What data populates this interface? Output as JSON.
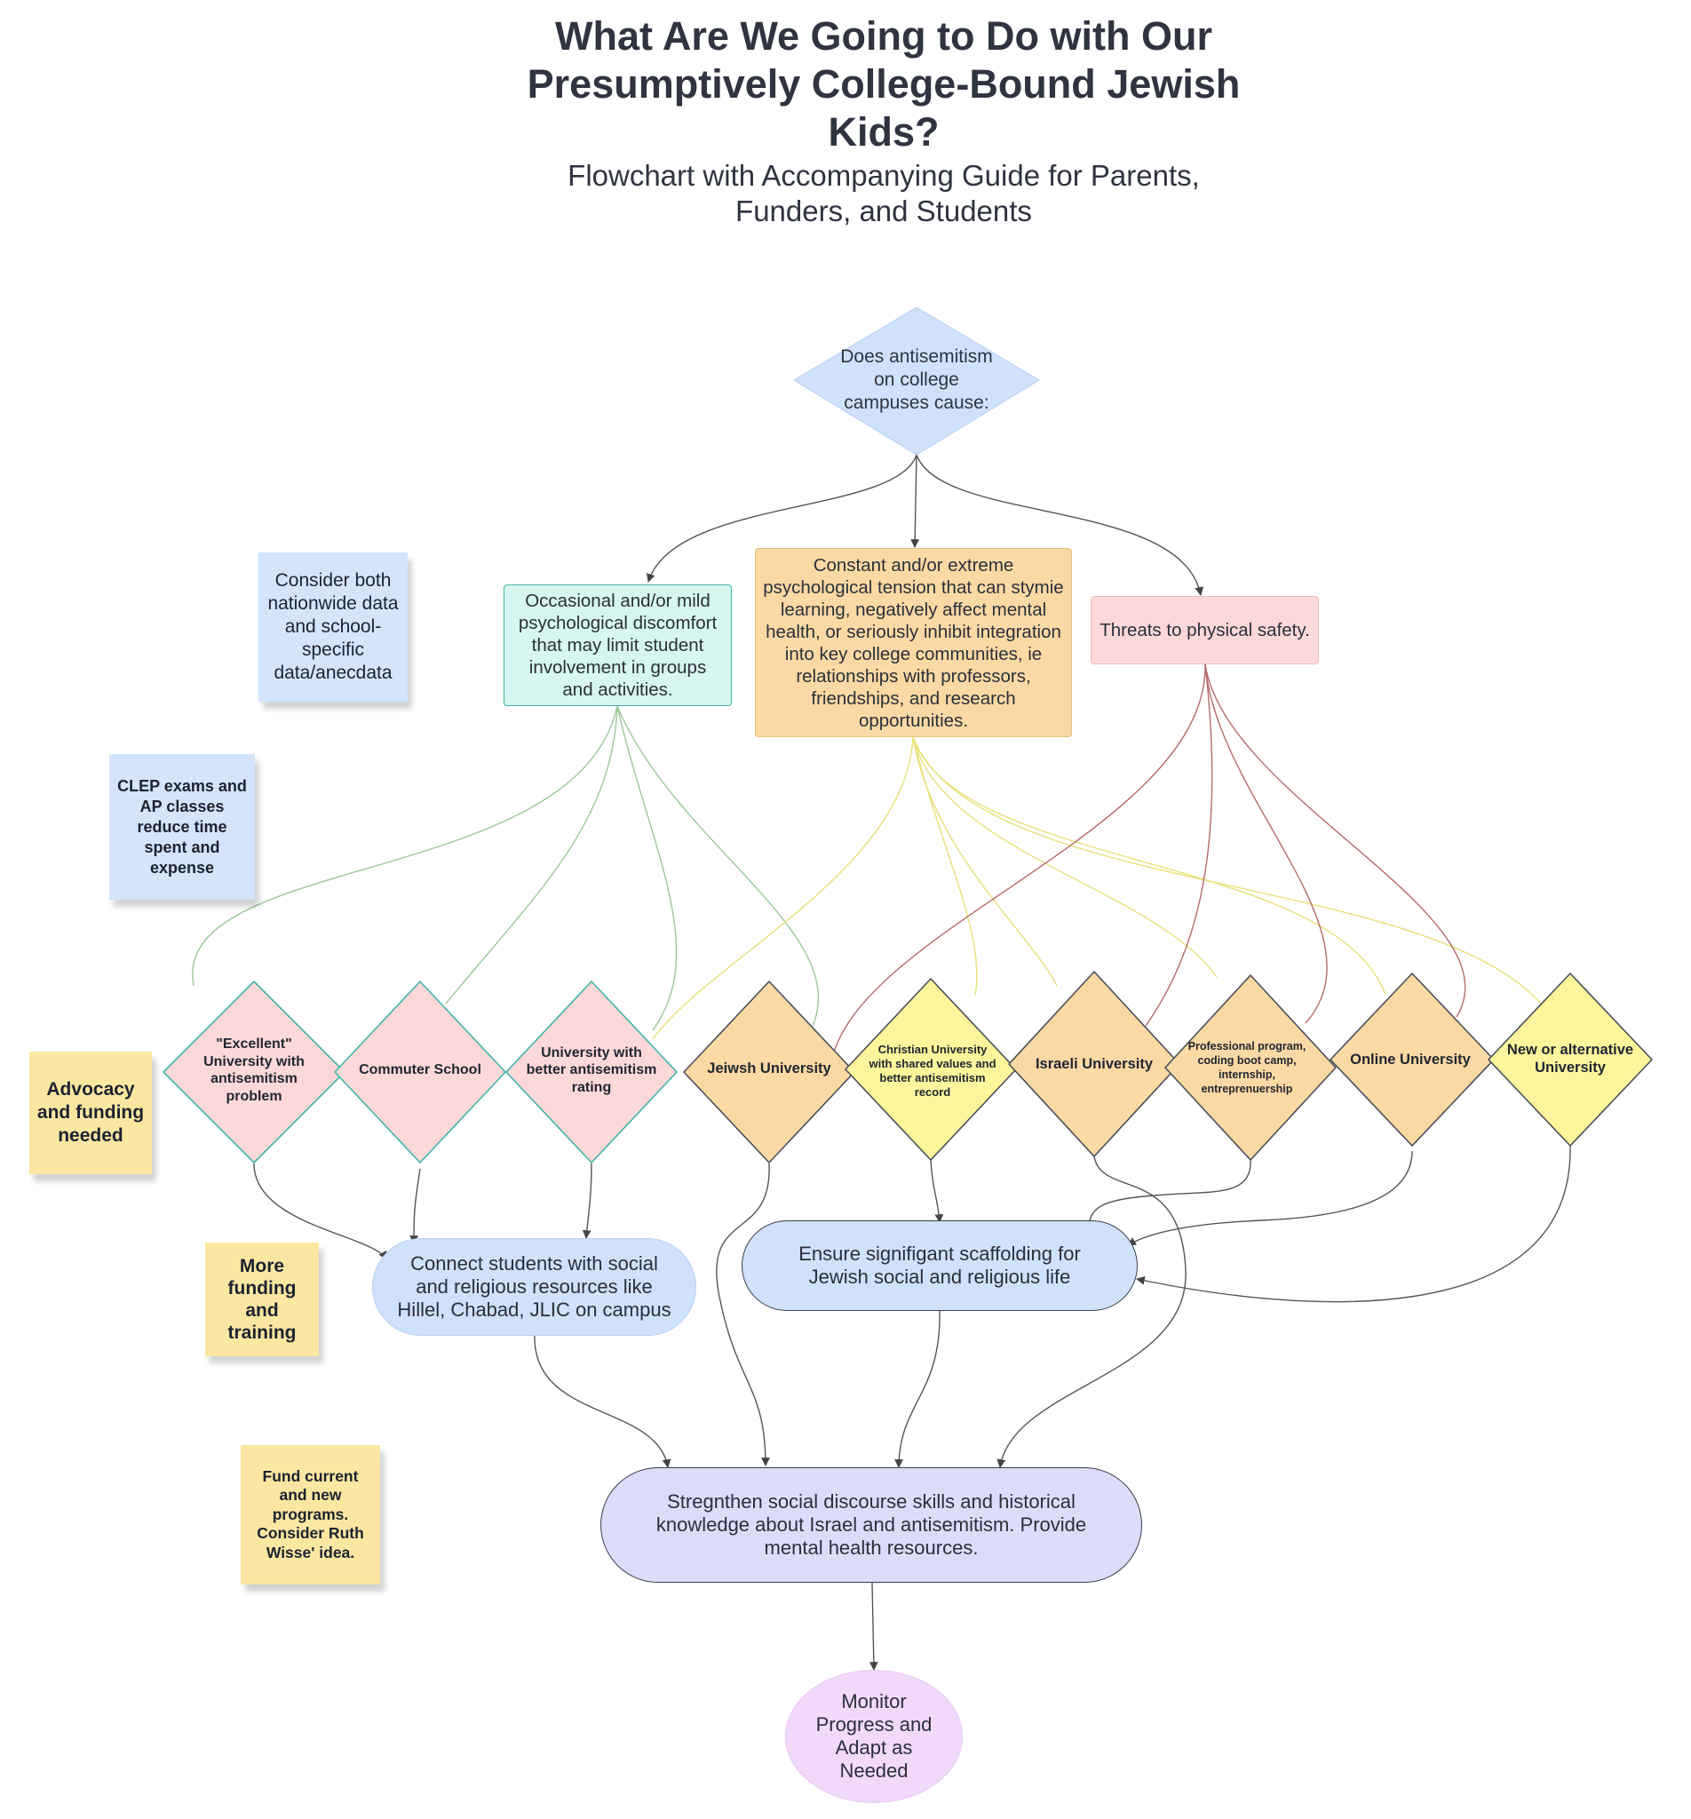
{
  "title": {
    "line1": "What Are We Going to Do with Our",
    "line2": "Presumptively College-Bound Jewish",
    "line3": "Kids?"
  },
  "subtitle": {
    "line1": "Flowchart with Accompanying Guide for Parents,",
    "line2": "Funders, and Students"
  },
  "colors": {
    "blue": "#cfe1fb",
    "teal": "#d7f6ef",
    "orange": "#fad9a4",
    "pink": "#fdd8d9",
    "yellow": "#fdf59c",
    "lavender": "#dcdcfa",
    "purple": "#f2d9fa",
    "note_yellow": "#fbe7a1",
    "note_blue": "#d3e4fb",
    "green_line": "#9cc79a",
    "yellow_line": "#e8e07a",
    "red_line": "#b76a6a",
    "dark_line": "#555555"
  },
  "nodes": {
    "start": "Does antisemitism on college campuses cause:",
    "mild": "Occasional and/or mild psychological discomfort that may limit student involvement in groups and activities.",
    "extreme": "Constant and/or extreme psychological tension that can stymie learning, negatively affect mental health, or seriously inhibit integration into key college communities, ie relationships with professors, friendships, and research opportunities.",
    "threats": "Threats to physical safety.",
    "connect": "Connect students with social and religious resources like Hillel, Chabad, JLIC on campus",
    "scaffold": "Ensure signifigant scaffolding for Jewish social and religious life",
    "strengthen": "Stregnthen social discourse skills and historical knowledge about Israel and antisemitism. Provide mental health resources.",
    "monitor": "Monitor Progress and Adapt as Needed"
  },
  "diamonds": [
    {
      "label": "\"Excellent\" University with antisemitism problem"
    },
    {
      "label": "Commuter School"
    },
    {
      "label": "University with better antisemitism rating"
    },
    {
      "label": "Jeiwsh University"
    },
    {
      "label": "Christian University with shared values and better antisemitism record"
    },
    {
      "label": "Israeli University"
    },
    {
      "label": "Professional program, coding boot camp, internship, entreprenuership"
    },
    {
      "label": "Online University"
    },
    {
      "label": "New or alternative University"
    }
  ],
  "notes": {
    "consider": "Consider both nationwide data and school-specific data/anecdata",
    "clep": "CLEP exams and AP classes reduce time spent and expense",
    "advocacy": "Advocacy and funding needed",
    "more_funding": "More funding and training",
    "fund_current": "Fund current and new programs. Consider Ruth Wisse' idea."
  }
}
